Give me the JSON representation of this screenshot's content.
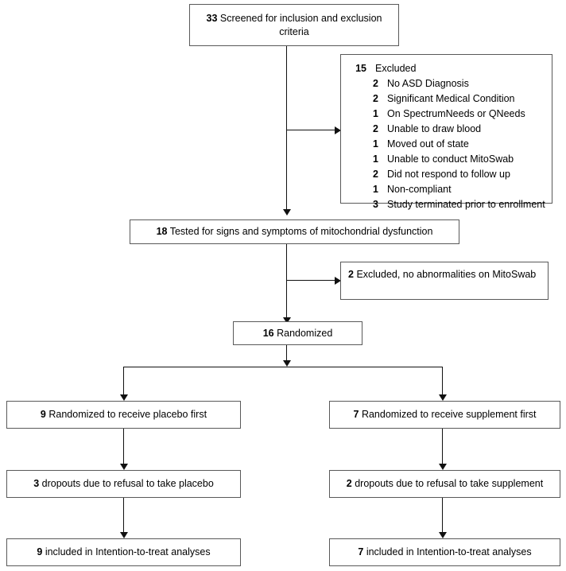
{
  "diagram": {
    "type": "consort-flow-diagram",
    "nodes": {
      "screened": {
        "count": "33",
        "label": "Screened for inclusion and exclusion criteria"
      },
      "excluded_primary": {
        "count": "15",
        "label": "Excluded",
        "reasons": [
          {
            "count": "2",
            "label": "No ASD Diagnosis"
          },
          {
            "count": "2",
            "label": "Significant Medical Condition"
          },
          {
            "count": "1",
            "label": "On SpectrumNeeds or QNeeds"
          },
          {
            "count": "2",
            "label": "Unable to draw blood"
          },
          {
            "count": "1",
            "label": "Moved out of state"
          },
          {
            "count": "1",
            "label": "Unable to conduct MitoSwab"
          },
          {
            "count": "2",
            "label": "Did not respond to follow up"
          },
          {
            "count": "1",
            "label": "Non-compliant"
          },
          {
            "count": "3",
            "label": "Study terminated prior to enrollment"
          }
        ]
      },
      "tested": {
        "count": "18",
        "label": "Tested for signs and symptoms of mitochondrial dysfunction"
      },
      "excluded_secondary": {
        "count": "2",
        "label": "Excluded, no abnormalities on MitoSwab"
      },
      "randomized": {
        "count": "16",
        "label": "Randomized"
      },
      "placebo_first": {
        "count": "9",
        "label": "Randomized to receive placebo first"
      },
      "supplement_first": {
        "count": "7",
        "label": "Randomized to receive supplement first"
      },
      "placebo_dropouts": {
        "count": "3",
        "label": "dropouts due to refusal to take placebo"
      },
      "supplement_dropouts": {
        "count": "2",
        "label": "dropouts due to refusal to take supplement"
      },
      "placebo_itt": {
        "count": "9",
        "label": "included in Intention-to-treat analyses"
      },
      "supplement_itt": {
        "count": "7",
        "label": "included in Intention-to-treat analyses"
      }
    },
    "colors": {
      "box_border": "#595959",
      "connector": "#111111",
      "background": "#ffffff",
      "text": "#000000"
    }
  }
}
